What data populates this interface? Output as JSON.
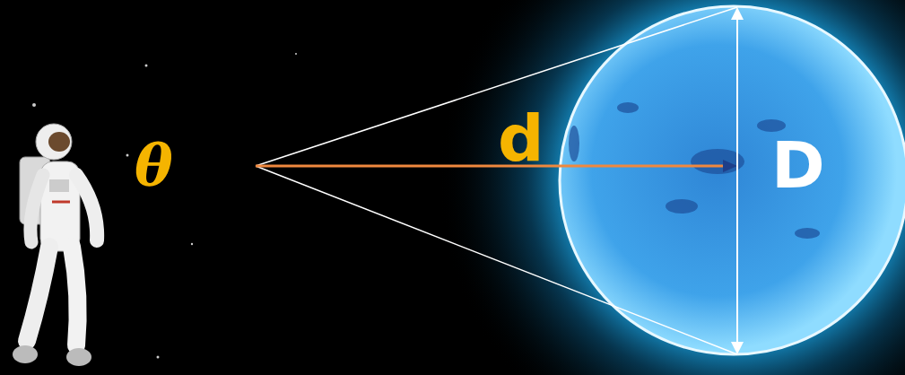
{
  "diagram": {
    "labels": [
      "θ",
      "d",
      "D"
    ]
  }
}
